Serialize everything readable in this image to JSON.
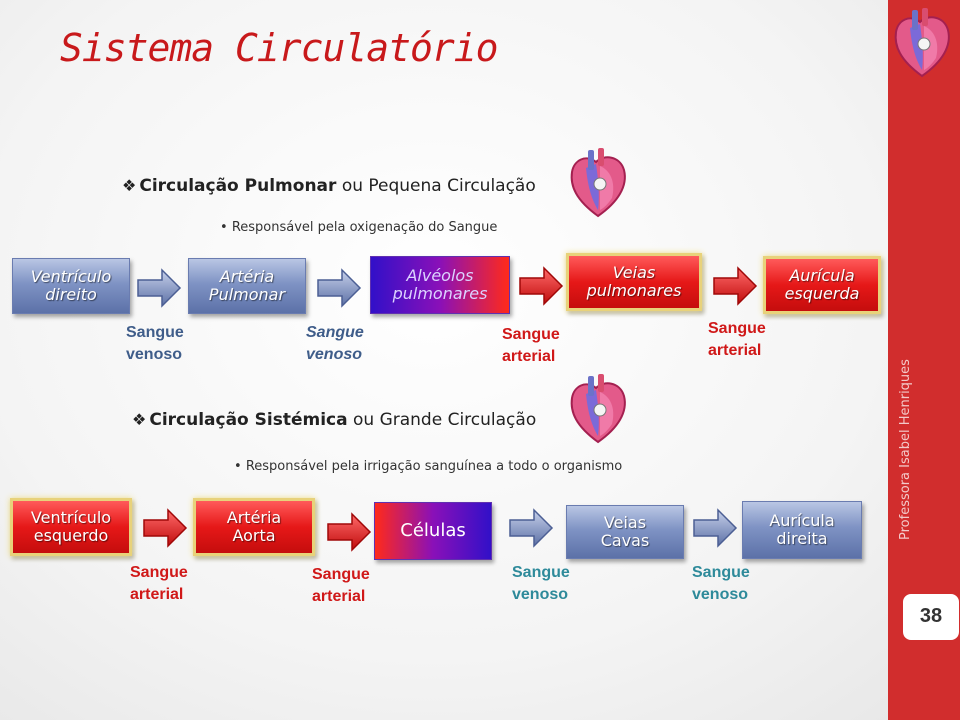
{
  "slide": {
    "title": "Sistema Circulatório",
    "author": "Professora Isabel Henriques",
    "page_number": "38"
  },
  "pulmonary": {
    "heading_bold": "Circulação Pulmonar",
    "heading_rest": "ou Pequena Circulação",
    "bullet": "Responsável pela oxigenação do Sangue",
    "nodes": [
      {
        "line1": "Ventrículo",
        "line2": "direito"
      },
      {
        "line1": "Artéria",
        "line2": "Pulmonar"
      },
      {
        "line1": "Alvéolos",
        "line2": "pulmonares"
      },
      {
        "line1": "Veias",
        "line2": "pulmonares"
      },
      {
        "line1": "Aurícula",
        "line2": "esquerda"
      }
    ],
    "labels": [
      {
        "line1": "Sangue",
        "line2": "venoso"
      },
      {
        "line1": "Sangue",
        "line2": "venoso"
      },
      {
        "line1": "Sangue",
        "line2": "arterial"
      },
      {
        "line1": "Sangue",
        "line2": "arterial"
      }
    ]
  },
  "systemic": {
    "heading_bold": "Circulação Sistémica",
    "heading_rest": "ou Grande Circulação",
    "bullet": "Responsável pela irrigação sanguínea a todo o organismo",
    "nodes": [
      {
        "line1": "Ventrículo",
        "line2": "esquerdo"
      },
      {
        "line1": "Artéria",
        "line2": "Aorta"
      },
      {
        "line1": "Células",
        "line2": ""
      },
      {
        "line1": "Veias",
        "line2": "Cavas"
      },
      {
        "line1": "Aurícula",
        "line2": "direita"
      }
    ],
    "labels": [
      {
        "line1": "Sangue",
        "line2": "arterial"
      },
      {
        "line1": "Sangue",
        "line2": "arterial"
      },
      {
        "line1": "Sangue",
        "line2": "venoso"
      },
      {
        "line1": "Sangue",
        "line2": "venoso"
      }
    ]
  },
  "colors": {
    "accent_red": "#d12d2d",
    "venous_blue": "#3f5d8a",
    "arterial_red": "#d01818"
  },
  "icons": [
    "heart-icon",
    "diamond-bullet-icon",
    "right-arrow-icon"
  ]
}
